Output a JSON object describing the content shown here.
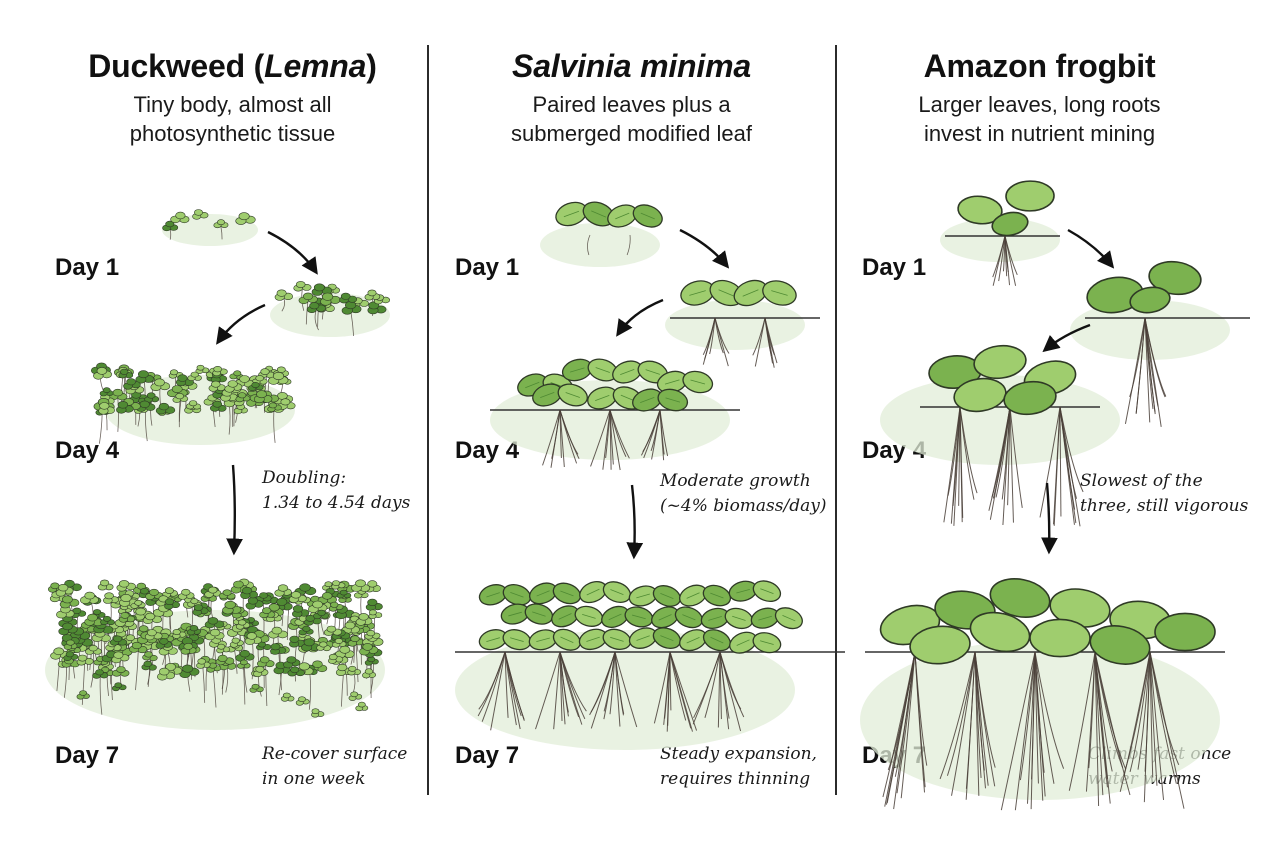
{
  "columns": [
    {
      "title_main": "Duckweed (",
      "title_italic": "Lemna",
      "title_end": ")",
      "subtitle_line1": "Tiny body, almost all",
      "subtitle_line2": "photosynthetic tissue",
      "days": [
        "Day 1",
        "Day 4",
        "Day 7"
      ],
      "note1_line1": "Doubling:",
      "note1_line2": "1.34 to 4.54 days",
      "note2_line1": "Re-cover surface",
      "note2_line2": "in one week"
    },
    {
      "title_italic": "Salvinia minima",
      "subtitle_line1": "Paired leaves plus a",
      "subtitle_line2": "submerged modified leaf",
      "days": [
        "Day 1",
        "Day 4",
        "Day 7"
      ],
      "note1_line1": "Moderate growth",
      "note1_line2": "(~4% biomass/day)",
      "note2_line1": "Steady expansion,",
      "note2_line2": "requires thinning"
    },
    {
      "title_main": "Amazon frogbit",
      "subtitle_line1": "Larger leaves, long roots",
      "subtitle_line2": "invest in nutrient mining",
      "days": [
        "Day 1",
        "Day 4",
        "Day 7"
      ],
      "note1_line1": "Slowest of the",
      "note1_line2": "three, still vigorous",
      "note2_line1": "Climbs fast once",
      "note2_line2": "water warms"
    }
  ],
  "colors": {
    "leaf_light": "#9fcd6e",
    "leaf_mid": "#7bb24f",
    "leaf_dark": "#4f8a33",
    "outline": "#2f3a26",
    "water": "#e2eed8",
    "root": "#4a4038"
  },
  "icons": [
    "duckweed-illustration",
    "salvinia-illustration",
    "frogbit-illustration",
    "arrow-icon"
  ]
}
